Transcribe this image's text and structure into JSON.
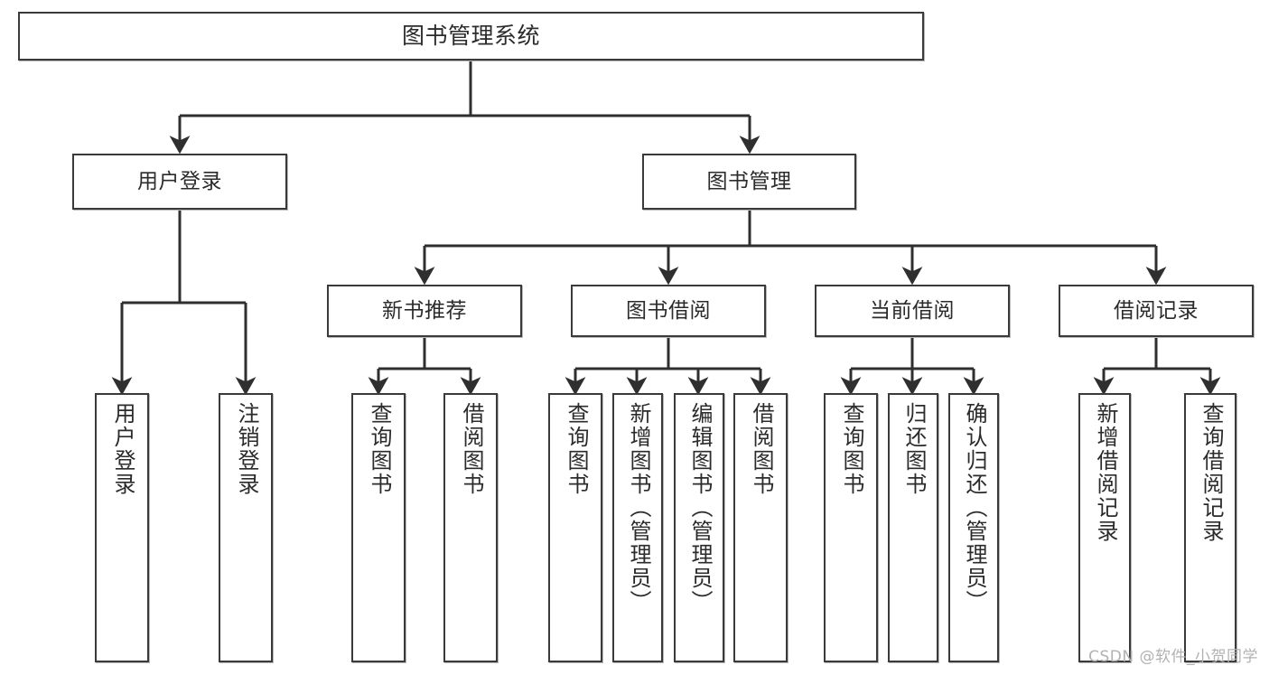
{
  "diagram": {
    "title": "图书管理系统",
    "type": "tree",
    "watermark": "CSDN @软件_小贺同学",
    "root": {
      "id": "root",
      "label": "图书管理系统"
    },
    "level2": [
      {
        "id": "user-login",
        "label": "用户登录"
      },
      {
        "id": "book-manage",
        "label": "图书管理"
      }
    ],
    "level3": [
      {
        "id": "new-book-recommend",
        "label": "新书推荐"
      },
      {
        "id": "book-borrow",
        "label": "图书借阅"
      },
      {
        "id": "current-borrow",
        "label": "当前借阅"
      },
      {
        "id": "borrow-record",
        "label": "借阅记录"
      }
    ],
    "leaves": {
      "user_login": [
        {
          "id": "leaf-user-login",
          "label": "用户登录"
        },
        {
          "id": "leaf-logout-login",
          "label": "注销登录"
        }
      ],
      "new_book_recommend": [
        {
          "id": "leaf-query-book-1",
          "label": "查询图书"
        },
        {
          "id": "leaf-borrow-book-1",
          "label": "借阅图书"
        }
      ],
      "book_borrow": [
        {
          "id": "leaf-query-book-2",
          "label": "查询图书"
        },
        {
          "id": "leaf-add-book",
          "label": "新增图书（管理员）"
        },
        {
          "id": "leaf-edit-book",
          "label": "编辑图书（管理员）"
        },
        {
          "id": "leaf-borrow-book-2",
          "label": "借阅图书"
        }
      ],
      "current_borrow": [
        {
          "id": "leaf-query-book-3",
          "label": "查询图书"
        },
        {
          "id": "leaf-return-book",
          "label": "归还图书"
        },
        {
          "id": "leaf-confirm-return",
          "label": "确认归还（管理员）"
        }
      ],
      "borrow_record": [
        {
          "id": "leaf-add-record",
          "label": "新增借阅记录"
        },
        {
          "id": "leaf-query-record",
          "label": "查询借阅记录"
        }
      ]
    },
    "colors": {
      "node_border": "#3a3a3a",
      "node_fill": "#ffffff",
      "edge": "#2f2f2f",
      "text": "#2b2b2b",
      "watermark": "#b2b2b2",
      "background": "#ffffff"
    }
  }
}
